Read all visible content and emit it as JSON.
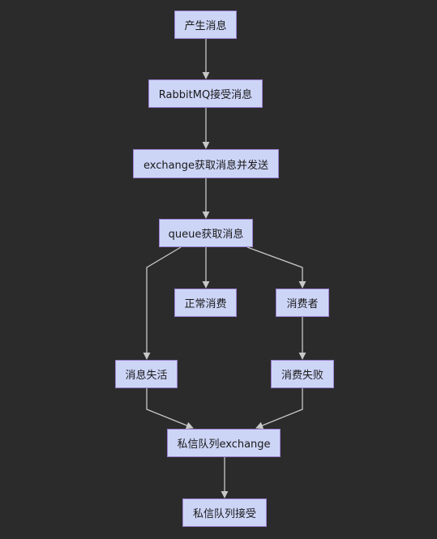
{
  "diagram": {
    "type": "flowchart",
    "colors": {
      "background": "#2b2b2b",
      "node_fill": "#cdd5f7",
      "node_border": "#9a7fd0",
      "node_text": "#1a1a1a",
      "edge": "#c8c8c8"
    },
    "nodes": [
      {
        "id": "n1",
        "label": "产生消息"
      },
      {
        "id": "n2",
        "label": "RabbitMQ接受消息"
      },
      {
        "id": "n3",
        "label": "exchange获取消息并发送"
      },
      {
        "id": "n4",
        "label": "queue获取消息"
      },
      {
        "id": "n5",
        "label": "正常消费"
      },
      {
        "id": "n6",
        "label": "消费者"
      },
      {
        "id": "n7",
        "label": "消息失活"
      },
      {
        "id": "n8",
        "label": "消费失败"
      },
      {
        "id": "n9",
        "label": "私信队列exchange"
      },
      {
        "id": "n10",
        "label": "私信队列接受"
      }
    ],
    "edges": [
      {
        "from": "n1",
        "to": "n2"
      },
      {
        "from": "n2",
        "to": "n3"
      },
      {
        "from": "n3",
        "to": "n4"
      },
      {
        "from": "n4",
        "to": "n7"
      },
      {
        "from": "n4",
        "to": "n5"
      },
      {
        "from": "n4",
        "to": "n6"
      },
      {
        "from": "n6",
        "to": "n8"
      },
      {
        "from": "n7",
        "to": "n9"
      },
      {
        "from": "n8",
        "to": "n9"
      },
      {
        "from": "n9",
        "to": "n10"
      }
    ]
  }
}
